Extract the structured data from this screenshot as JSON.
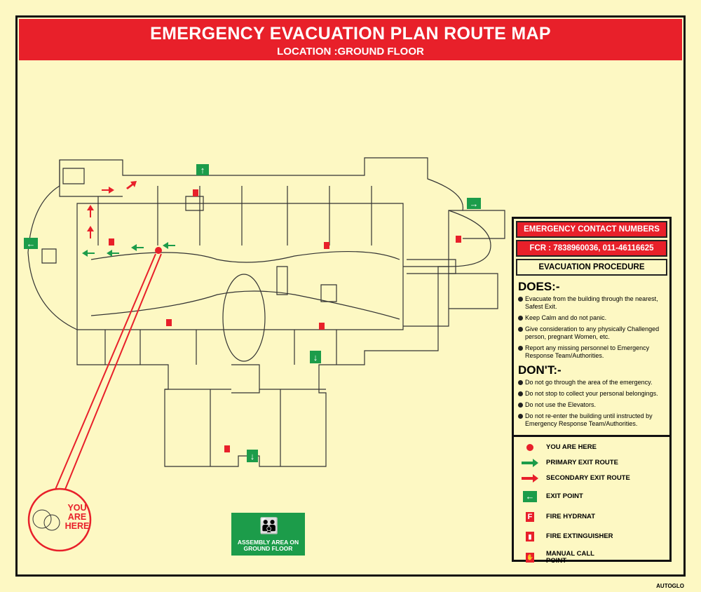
{
  "header": {
    "title": "EMERGENCY EVACUATION PLAN ROUTE MAP",
    "location": "LOCATION :GROUND FLOOR"
  },
  "panel": {
    "contact_title": "EMERGENCY CONTACT NUMBERS",
    "contact_numbers": "FCR : 7838960036, 011-46116625",
    "procedure_title": "EVACUATION PROCEDURE",
    "does_title": "DOES:-",
    "does": [
      "Evacuate from the building through the nearest, Safest Exit.",
      "Keep Calm and do not panic.",
      "Give consideration to any physically Challenged person, pregnant Women, etc.",
      "Report any missing personnel to Emergency Response Team/Authorities."
    ],
    "donts_title": "DON'T:-",
    "donts": [
      "Do not go through the area of the emergency.",
      "Do not stop to collect your personal belongings.",
      "Do not use the Elevators.",
      "Do not re-enter the building until instructed by Emergency Response Team/Authorities."
    ]
  },
  "legend": [
    {
      "icon": "red-dot-icon",
      "label": "YOU ARE HERE"
    },
    {
      "icon": "green-arrow-icon",
      "label": "PRIMARY EXIT ROUTE"
    },
    {
      "icon": "red-arrow-icon",
      "label": "SECONDARY EXIT ROUTE"
    },
    {
      "icon": "exit-sign-icon",
      "label": "EXIT POINT"
    },
    {
      "icon": "fire-hydrant-icon",
      "label": "FIRE HYDRNAT"
    },
    {
      "icon": "fire-extinguisher-icon",
      "label": "FIRE EXTINGUISHER"
    },
    {
      "icon": "manual-call-point-icon",
      "label": "MANUAL CALL POINT"
    }
  ],
  "map": {
    "you_are_here": "YOU ARE HERE",
    "assembly": "ASSEMBLY AREA ON GROUND FLOOR",
    "hydrant_letter": "F"
  },
  "colors": {
    "red": "#e8202a",
    "green": "#1c9c4a",
    "background": "#fdf8c3"
  },
  "brand": "AUTOGLO"
}
